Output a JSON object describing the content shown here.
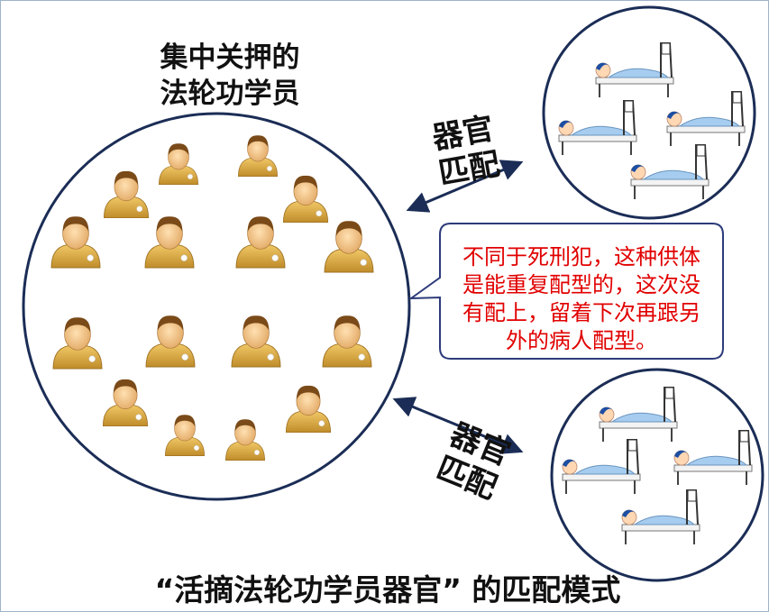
{
  "top_title_line1": "集中关押的",
  "top_title_line2": "法轮功学员",
  "arrow_label_top_line1": "器官",
  "arrow_label_top_line2": "匹配",
  "arrow_label_bottom_line1": "器官",
  "arrow_label_bottom_line2": "匹配",
  "callout_line1": "不同于死刑犯，这种供体",
  "callout_line2": "是能重复配型的，这次没",
  "callout_line3": "有配上，留着下次再跟另",
  "callout_line4": "外的病人配型。",
  "bottom_title": "“活摘法轮功学员器官” 的匹配模式",
  "colors": {
    "circle_stroke": "#1b2d56",
    "person_body": "#d8ab47",
    "person_head": "#f2c98c",
    "hair": "#7a4a18",
    "callout_text": "#e10000",
    "callout_border": "#2d3b7a"
  }
}
